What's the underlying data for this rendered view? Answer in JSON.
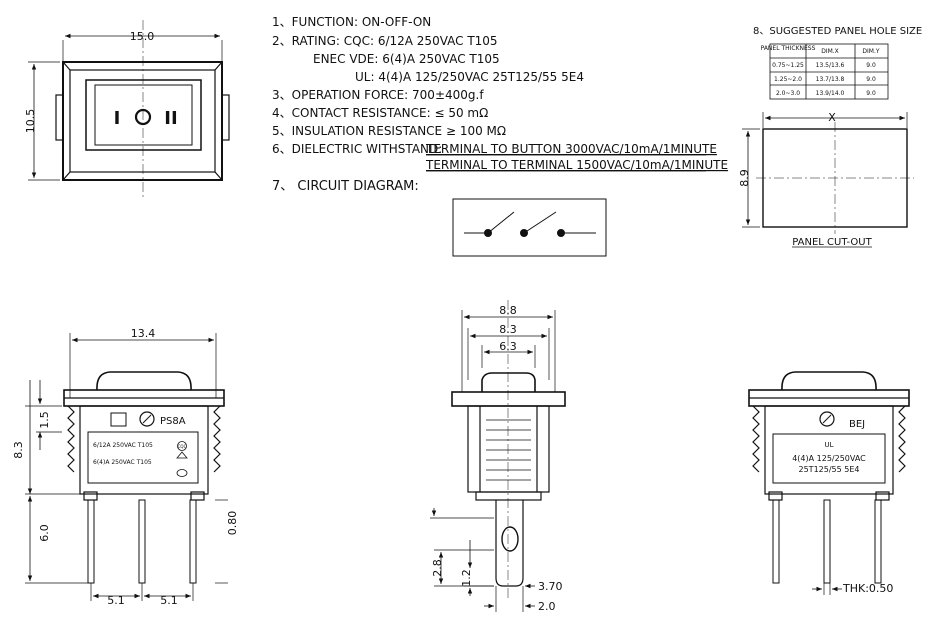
{
  "specs": {
    "function": "1、FUNCTION: ON-OFF-ON",
    "rating_cqc": "2、RATING: CQC: 6/12A 250VAC T105",
    "rating_enec": "ENEC VDE: 6(4)A 250VAC T105",
    "rating_ul": "UL: 4(4)A 125/250VAC 25T125/55 5E4",
    "operation_force": "3、OPERATION FORCE: 700±400g.f",
    "contact_resistance": "4、CONTACT RESISTANCE: ≤ 50 mΩ",
    "insulation_resistance": "5、INSULATION RESISTANCE ≥ 100 MΩ",
    "dielectric_label": "6、DIELECTRIC WITHSTAND:",
    "dielectric_1": "TERMINAL TO BUTTON 3000VAC/10mA/1MINUTE",
    "dielectric_2": "TERMINAL TO TERMINAL 1500VAC/10mA/1MINUTE",
    "circuit_title": "7、 CIRCUIT DIAGRAM:"
  },
  "panel_hole": {
    "title": "8、SUGGESTED PANEL HOLE SIZE",
    "headers": [
      "PANEL THICKNESS",
      "DIM.X",
      "DIM.Y"
    ],
    "rows": [
      [
        "0.75~1.25",
        "13.5/13.6",
        "9.0"
      ],
      [
        "1.25~2.0",
        "13.7/13.8",
        "9.0"
      ],
      [
        "2.0~3.0",
        "13.9/14.0",
        "9.0"
      ]
    ],
    "x_label": "X",
    "y_label": "8.9",
    "cutout_label": "PANEL CUT-OUT"
  },
  "top_view": {
    "width_label": "15.0",
    "height_label": "10.5",
    "symbols": [
      "I",
      "O",
      "II"
    ]
  },
  "front_view": {
    "width_label": "13.4",
    "height_label": "8.3",
    "side_label": "1.5",
    "pin_length_label": "6.0",
    "pin_thickness_label": "0.80",
    "pitch_left": "5.1",
    "pitch_right": "5.1",
    "model": "PS8A",
    "rating_1": "6/12A 250VAC T105",
    "rating_2": "6(4)A 250VAC T105",
    "cqc_mark": "CQC"
  },
  "side_view": {
    "dim_outer": "8.8",
    "dim_mid": "8.3",
    "dim_inner": "6.3",
    "dim_28": "2.8",
    "dim_12": "1.2",
    "dim_370": "3.70",
    "dim_20": "2.0"
  },
  "back_view": {
    "brand": "BEJ",
    "ul_mark": "UL",
    "rating_1": "4(4)A 125/250VAC",
    "rating_2": "25T125/55 5E4",
    "thickness_label": "THK:0.50"
  }
}
